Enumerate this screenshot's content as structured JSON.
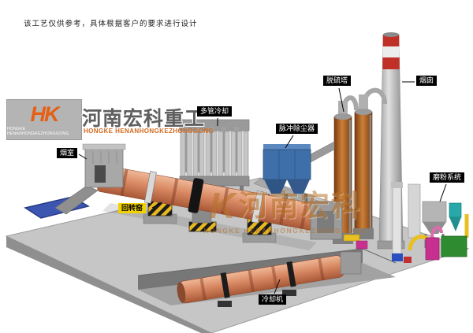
{
  "disclaimer": "该工艺仅供参考，具体根据客户的要求进行设计",
  "logo": {
    "monogram": "HK",
    "monogram_caption": "HONGKE HENANHONGKEZHONGGONG",
    "company_cn": "河南宏科重工",
    "company_en": "HONGKE HENANHONGKEZHONGGONG"
  },
  "watermark": {
    "monogram": "K",
    "text_cn": "河南宏科",
    "text_en": "HONGKE HENANHONGKEZHONGGONG"
  },
  "equipment_labels": {
    "smoke_chamber": "烟室",
    "rotary_kiln": "回转窑",
    "multi_tube_cooler": "多管冷却",
    "pulse_dust_collector": "脉冲除尘器",
    "desulfurization_tower": "脱硫塔",
    "chimney": "烟囱",
    "grinding_system": "磨粉系统",
    "cooling_machine": "冷却机"
  },
  "colors": {
    "kiln_shell": "#d88a64",
    "dust_collector_blue": "#3f6fa8",
    "tower_rust": "#b06a28",
    "chimney_red_band": "#c03026",
    "support_yellow": "#e8b820",
    "platform_gray": "#c6c6c6",
    "pad_blue": "#3c55b0",
    "watermark_orange": "#b5722a",
    "mill_green": "#2f8b30",
    "mill_magenta": "#c83090"
  }
}
